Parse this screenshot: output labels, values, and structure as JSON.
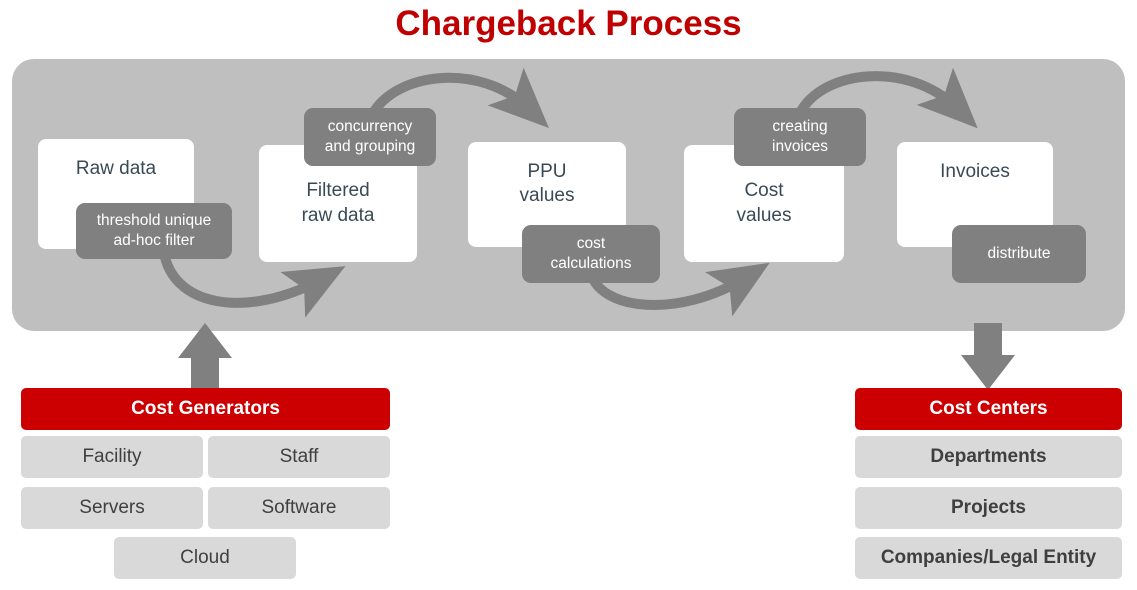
{
  "title": "Chargeback Process",
  "colors": {
    "title_red": "#C00000",
    "header_red": "#CC0000",
    "panel_gray": "#BFBFBF",
    "tag_gray": "#808080",
    "item_gray": "#D9D9D9",
    "arrow_gray": "#808080",
    "stage_white": "#FFFFFF",
    "stage_text": "#3A4A55"
  },
  "process": {
    "stages": [
      {
        "id": "raw-data",
        "label": "Raw data"
      },
      {
        "id": "filtered-raw-data",
        "label": "Filtered\nraw data"
      },
      {
        "id": "ppu-values",
        "label": "PPU\nvalues"
      },
      {
        "id": "cost-values",
        "label": "Cost\nvalues"
      },
      {
        "id": "invoices",
        "label": "Invoices"
      }
    ],
    "tags": [
      {
        "id": "threshold-filter",
        "label": "threshold unique\nad-hoc filter"
      },
      {
        "id": "concurrency-grouping",
        "label": "concurrency\nand grouping"
      },
      {
        "id": "cost-calculations",
        "label": "cost\ncalculations"
      },
      {
        "id": "creating-invoices",
        "label": "creating\ninvoices"
      },
      {
        "id": "distribute",
        "label": "distribute"
      }
    ],
    "flow_arrows": [
      {
        "id": "arrow-1",
        "from": "raw-data",
        "to": "filtered-raw-data",
        "direction": "down-arc-up-right"
      },
      {
        "id": "arrow-2",
        "from": "filtered-raw-data",
        "to": "ppu-values",
        "direction": "up-arc-down-right"
      },
      {
        "id": "arrow-3",
        "from": "ppu-values",
        "to": "cost-values",
        "direction": "down-arc-up-right"
      },
      {
        "id": "arrow-4",
        "from": "cost-values",
        "to": "invoices",
        "direction": "up-arc-down-right"
      }
    ],
    "block_arrows": [
      {
        "id": "input-arrow",
        "direction": "up",
        "meaning": "Cost Generators feed into process"
      },
      {
        "id": "output-arrow",
        "direction": "down",
        "meaning": "Process outputs to Cost Centers"
      }
    ]
  },
  "cost_generators": {
    "header": "Cost Generators",
    "items": [
      "Facility",
      "Staff",
      "Servers",
      "Software",
      "Cloud"
    ]
  },
  "cost_centers": {
    "header": "Cost Centers",
    "items": [
      "Departments",
      "Projects",
      "Companies/Legal Entity"
    ]
  }
}
